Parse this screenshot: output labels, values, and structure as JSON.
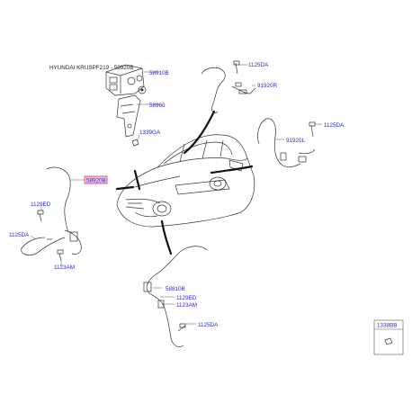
{
  "header": {
    "title": "HYUNDAI KRUSPF219 - 58920B"
  },
  "labels": [
    {
      "id": "58910B",
      "text": "58910B"
    },
    {
      "id": "58960",
      "text": "58960"
    },
    {
      "id": "1339GA",
      "text": "1339GA"
    },
    {
      "id": "1125DA_tr",
      "text": "1125DA"
    },
    {
      "id": "91920R",
      "text": "91920R"
    },
    {
      "id": "1125DA_r",
      "text": "1125DA"
    },
    {
      "id": "91920L",
      "text": "91920L"
    },
    {
      "id": "58920B",
      "text": "58920B"
    },
    {
      "id": "1129ED_l",
      "text": "1129ED"
    },
    {
      "id": "1125DA_l",
      "text": "1125DA"
    },
    {
      "id": "1123AM_l",
      "text": "1123AM"
    },
    {
      "id": "58810B",
      "text": "58810B"
    },
    {
      "id": "1129ED_b",
      "text": "1129ED"
    },
    {
      "id": "1123AM_b",
      "text": "1123AM"
    },
    {
      "id": "1125DA_b",
      "text": "1125DA"
    }
  ],
  "inset": {
    "label": "1338BB"
  },
  "colors": {
    "label": "#2b2bb8",
    "highlight_fill": "#f7c6d3",
    "highlight_stroke": "#d23a62"
  }
}
